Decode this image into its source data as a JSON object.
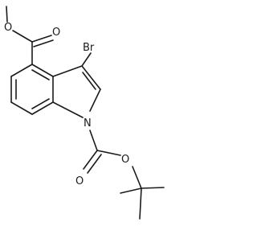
{
  "molecule": {
    "atoms": {
      "br": "Br",
      "n1": "N",
      "o_ester_carbonyl": "O",
      "o_ester_methoxy": "O",
      "o_boc_carbonyl": "O",
      "o_boc_ester": "O"
    }
  }
}
